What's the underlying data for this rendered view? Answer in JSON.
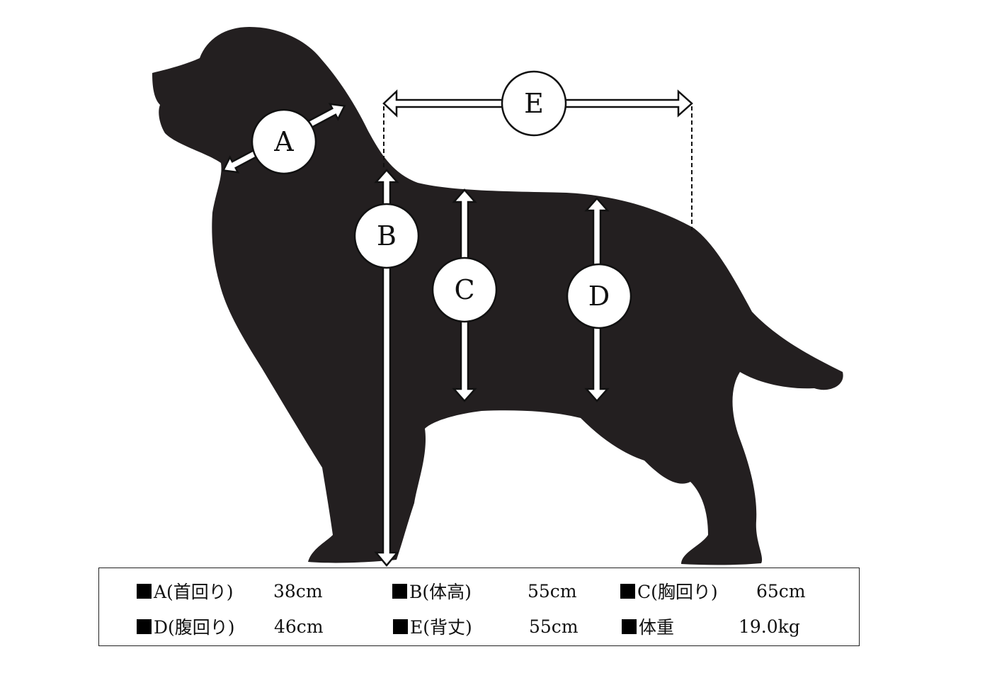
{
  "markers": {
    "a": "A",
    "b": "B",
    "c": "C",
    "d": "D",
    "e": "E"
  },
  "table": {
    "rows": [
      [
        {
          "label": "A(首回り)",
          "value": "38cm"
        },
        {
          "label": "B(体高)",
          "value": "55cm"
        },
        {
          "label": "C(胸回り)",
          "value": "65cm"
        }
      ],
      [
        {
          "label": "D(腹回り)",
          "value": "46cm"
        },
        {
          "label": "E(背丈)",
          "value": "55cm"
        },
        {
          "label": "体重",
          "value": "19.0kg"
        }
      ]
    ]
  },
  "colors": {
    "silhouette": "#231f20",
    "arrow_fill": "#ffffff",
    "outline": "#111111"
  },
  "icons": {
    "bullet": "black-square-icon"
  }
}
